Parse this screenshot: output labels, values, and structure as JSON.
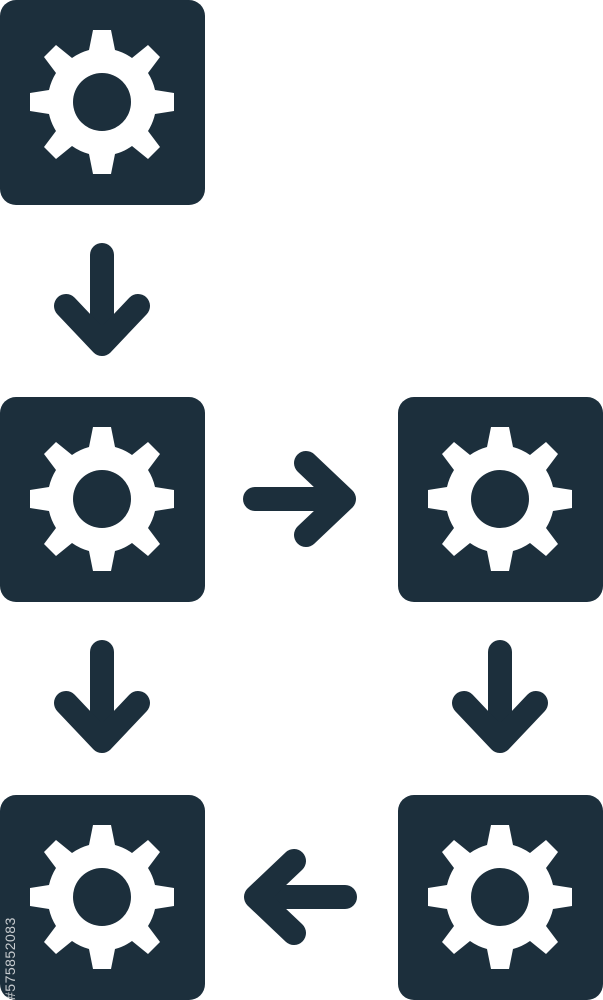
{
  "colors": {
    "block": "#1c2f3c",
    "gear": "#ffffff",
    "arrow": "#1c2f3c",
    "background": "#ffffff"
  },
  "nodes": [
    {
      "id": "top-left",
      "icon": "gear-icon"
    },
    {
      "id": "middle-left",
      "icon": "gear-icon"
    },
    {
      "id": "middle-right",
      "icon": "gear-icon"
    },
    {
      "id": "bottom-left",
      "icon": "gear-icon"
    },
    {
      "id": "bottom-right",
      "icon": "gear-icon"
    }
  ],
  "edges": [
    {
      "from": "top-left",
      "to": "middle-left",
      "icon": "arrow-down-icon"
    },
    {
      "from": "middle-left",
      "to": "middle-right",
      "icon": "arrow-right-icon"
    },
    {
      "from": "middle-left",
      "to": "bottom-left",
      "icon": "arrow-down-icon"
    },
    {
      "from": "middle-right",
      "to": "bottom-right",
      "icon": "arrow-down-icon"
    },
    {
      "from": "bottom-right",
      "to": "bottom-left",
      "icon": "arrow-left-icon"
    }
  ],
  "watermark": {
    "text": "#575852083"
  }
}
